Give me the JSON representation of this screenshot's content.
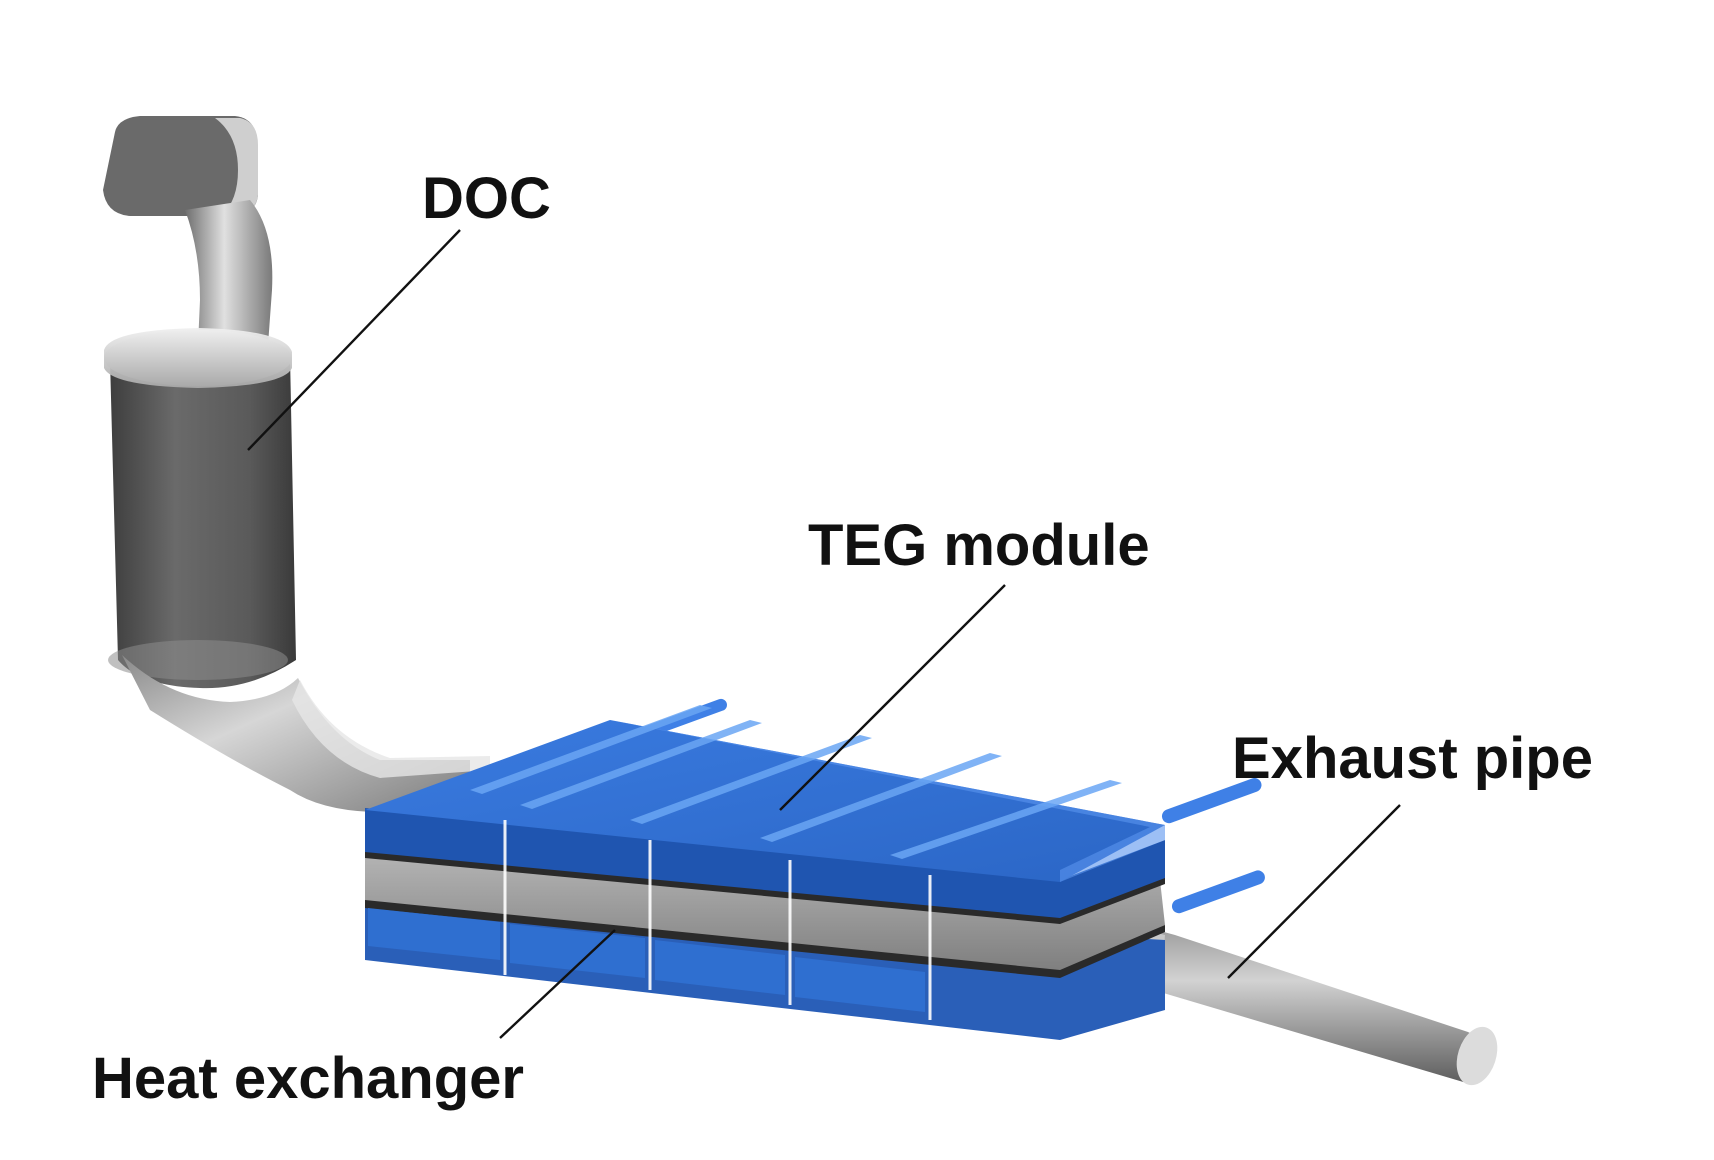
{
  "labels": {
    "doc": "DOC",
    "teg_module": "TEG module",
    "exhaust_pipe": "Exhaust pipe",
    "heat_exchanger": "Heat exchanger"
  },
  "colors": {
    "background": "#ffffff",
    "teg_blue": "#2f6fd0",
    "teg_blue_light": "#4a8ae6",
    "pipe_gray": "#8a8a8a",
    "doc_dark": "#555555",
    "text": "#111111"
  }
}
